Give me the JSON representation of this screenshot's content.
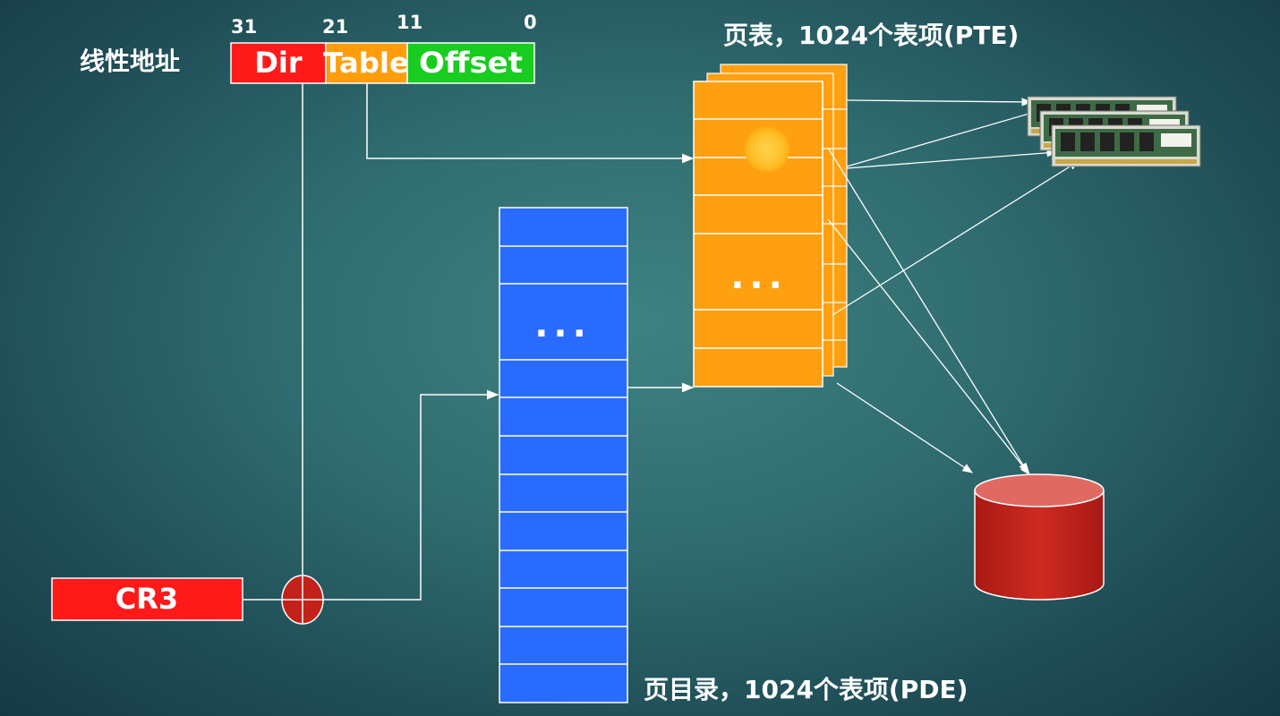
{
  "linear_address": {
    "label": "线性地址",
    "bits": [
      "31",
      "21",
      "11",
      "0"
    ],
    "fields": {
      "dir": "Dir",
      "table": "Table",
      "offset": "Offset"
    }
  },
  "cr3": {
    "label": "CR3"
  },
  "page_directory": {
    "ellipsis": "...",
    "caption": "页目录，1024个表项(PDE)"
  },
  "page_table": {
    "ellipsis": "...",
    "caption": "页表，1024个表项(PTE)"
  },
  "colors": {
    "dir": "#ff1a1a",
    "table": "#ff9d0a",
    "offset": "#18cc20",
    "page_directory": "#2a6bff",
    "page_table": "#ffa010",
    "disk": "#c3221a",
    "cr3": "#ff1a1a"
  },
  "icons": [
    "memory-module-icon",
    "disk-drum-icon",
    "adder-icon"
  ]
}
